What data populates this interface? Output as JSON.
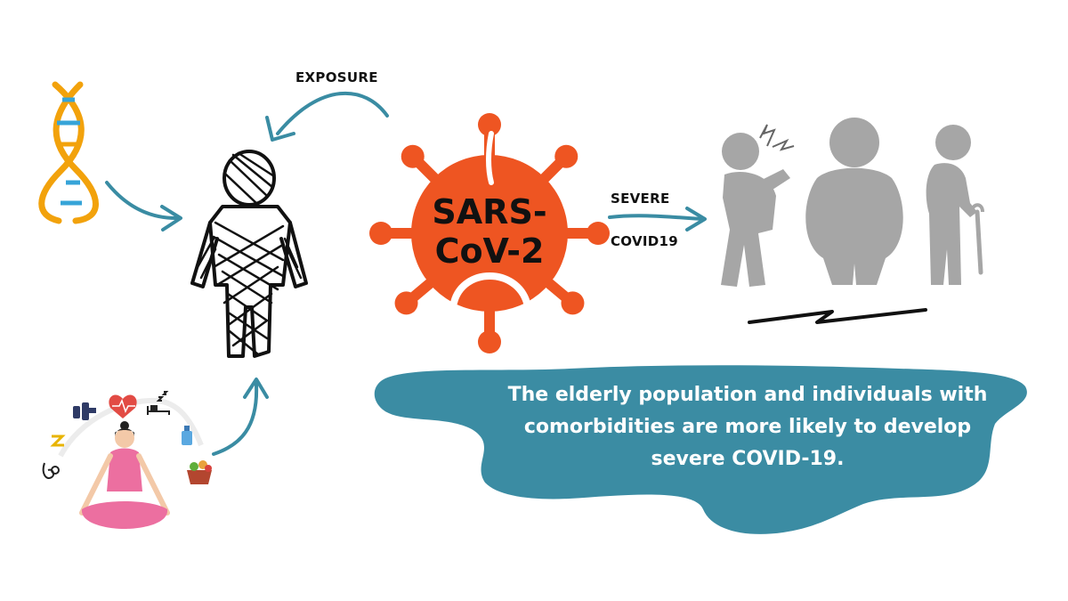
{
  "labels": {
    "exposure": "EXPOSURE",
    "severe": "SEVERE",
    "covid19": "COVID19"
  },
  "virus": {
    "name": "SARS-CoV-2"
  },
  "callout": {
    "text": "The elderly population and individuals with comorbidities are more likely to develop severe COVID-19."
  },
  "icons": {
    "dna": "dna-icon",
    "person": "sketched-person-icon",
    "virus": "coronavirus-icon",
    "at_risk": [
      "chest-pain-person-icon",
      "obese-person-icon",
      "elderly-person-icon"
    ],
    "lifestyle": [
      "meditating-woman-icon",
      "stethoscope-icon",
      "nutrition-icon",
      "dumbbell-icon",
      "heart-icon",
      "sleep-icon",
      "water-bottle-icon",
      "food-basket-icon"
    ]
  },
  "colors": {
    "arrow": "#3a8ca3",
    "virus": "#ee5522",
    "callout_bg": "#3b8ca3",
    "at_risk_gray": "#a6a6a6",
    "dna_orange": "#f2a20c",
    "dna_blue": "#36a4d8",
    "yoga_pink": "#ec6fa0"
  }
}
